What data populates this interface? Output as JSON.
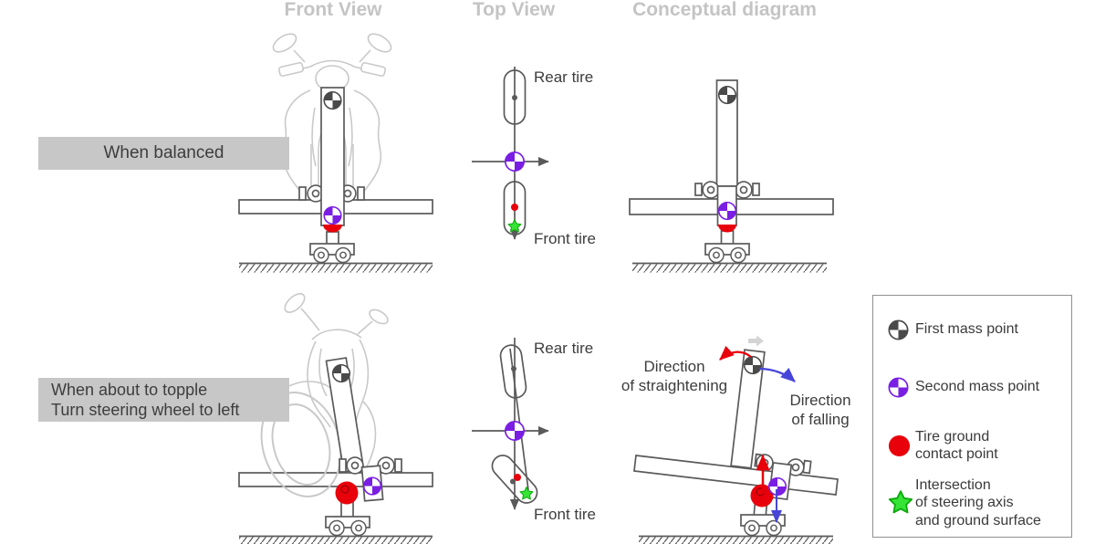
{
  "headers": {
    "front_view": "Front View",
    "top_view": "Top View",
    "conceptual": "Conceptual diagram"
  },
  "row1": {
    "label": "When balanced",
    "top_view": {
      "rear_tire": "Rear tire",
      "front_tire": "Front tire"
    }
  },
  "row2": {
    "label_line1": "When about to topple",
    "label_line2": "Turn steering wheel to left",
    "top_view": {
      "rear_tire": "Rear tire",
      "front_tire": "Front tire"
    },
    "conceptual": {
      "straightening_line1": "Direction",
      "straightening_line2": "of straightening",
      "falling_line1": "Direction",
      "falling_line2": "of falling"
    }
  },
  "legend": {
    "items": [
      {
        "id": "first-mass-point",
        "line1": "First mass point"
      },
      {
        "id": "second-mass-point",
        "line1": "Second mass point"
      },
      {
        "id": "tire-ground-contact-point",
        "line1": "Tire ground",
        "line2": "contact point"
      },
      {
        "id": "steering-axis-ground-intersection",
        "line1": "Intersection",
        "line2": "of steering axis",
        "line3": "and ground surface"
      }
    ]
  },
  "colors": {
    "first_mass": "#4a4a4a",
    "second_mass": "#7a1ee3",
    "contact_red": "#e8000b",
    "star_green_fill": "#36e436",
    "star_green_stroke": "#0cab0c",
    "diagram_stroke": "#5a5a5a",
    "bike_gray": "#c9c9c9",
    "header_gray": "#c4c4c4",
    "label_bg": "#c7c7c7",
    "arrow_red": "#e8000b",
    "arrow_blue": "#4745d9",
    "ghost_arrow_gray": "#d4d4d4"
  }
}
